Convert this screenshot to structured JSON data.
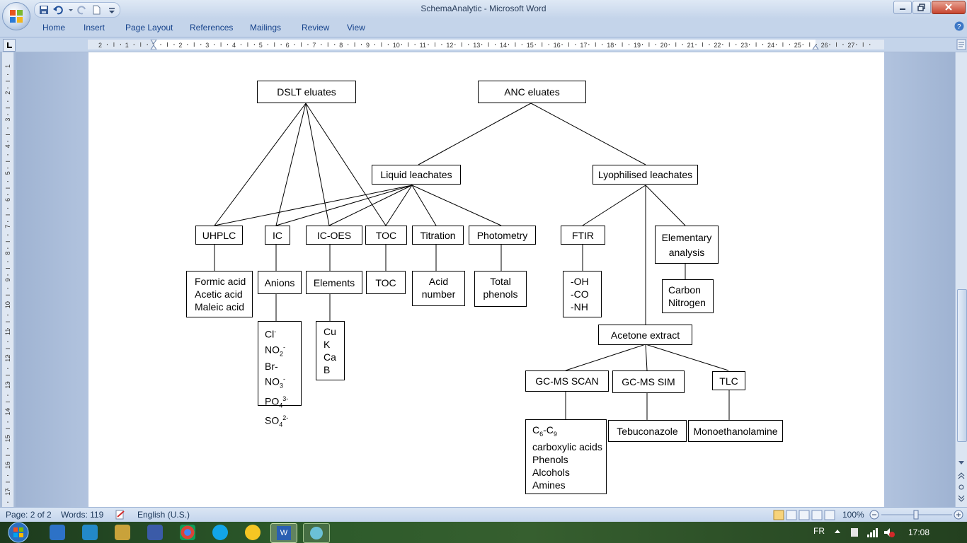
{
  "window": {
    "title": "SchemaAnalytic - Microsoft Word"
  },
  "ribbon_tabs": [
    "Home",
    "Insert",
    "Page Layout",
    "References",
    "Mailings",
    "Review",
    "View"
  ],
  "ruler": {
    "labels": [
      "2",
      "1",
      "1",
      "2",
      "3",
      "4",
      "5",
      "6",
      "7",
      "8",
      "9",
      "10",
      "11",
      "12",
      "13",
      "14",
      "15",
      "16",
      "17",
      "18",
      "19",
      "20",
      "21",
      "22",
      "23",
      "24",
      "25",
      "26",
      "27"
    ],
    "vlabels": [
      "1",
      "2",
      "3",
      "4",
      "5",
      "6",
      "7",
      "8",
      "9",
      "10",
      "11",
      "12",
      "13",
      "14",
      "15",
      "16",
      "17"
    ]
  },
  "diagram": {
    "dslt": "DSLT eluates",
    "anc": "ANC eluates",
    "liquid": "Liquid leachates",
    "lyophilised": "Lyophilised leachates",
    "uhplc": "UHPLC",
    "ic": "IC",
    "icoes": "IC-OES",
    "toc": "TOC",
    "titration": "Titration",
    "photometry": "Photometry",
    "ftir": "FTIR",
    "elemental": [
      "Elementary",
      "analysis"
    ],
    "acids": [
      "Formic acid",
      "Acetic acid",
      "Maleic acid"
    ],
    "anions": "Anions",
    "anion_list": [
      {
        "base": "Cl",
        "sup": "-",
        "sub": ""
      },
      {
        "base": "NO",
        "sub": "2",
        "sup": "-"
      },
      {
        "base": "Br-",
        "sub": "",
        "sup": ""
      },
      {
        "base": "NO",
        "sub": "3",
        "sup": "-"
      },
      {
        "base": "PO",
        "sub": "4",
        "sup": "3-"
      },
      {
        "base": "SO",
        "sub": "4",
        "sup": "2-"
      }
    ],
    "elements": "Elements",
    "element_list": [
      "Cu",
      "K",
      "Ca",
      "B"
    ],
    "toc_result": "TOC",
    "acid_number": [
      "Acid",
      "number"
    ],
    "total_phenols": [
      "Total",
      "phenols"
    ],
    "ftir_groups": [
      "-OH",
      "-CO",
      "-NH"
    ],
    "carbon_nitrogen": [
      "Carbon",
      "Nitrogen"
    ],
    "acetone": "Acetone extract",
    "gcms_scan": "GC-MS SCAN",
    "gcms_sim": "GC-MS SIM",
    "tlc": "TLC",
    "scan_results": {
      "first": {
        "a": "C",
        "a_sub": "6",
        "dash": "-C",
        "b_sub": "9"
      },
      "rest": [
        "carboxylic acids",
        "Phenols",
        "Alcohols",
        "Amines"
      ]
    },
    "tebuconazole": "Tebuconazole",
    "monoethanolamine": "Monoethanolamine"
  },
  "statusbar": {
    "page": "Page: 2 of 2",
    "words": "Words: 119",
    "language": "English (U.S.)",
    "zoom": "100%"
  },
  "taskbar": {
    "lang": "FR",
    "time": "17:08"
  }
}
